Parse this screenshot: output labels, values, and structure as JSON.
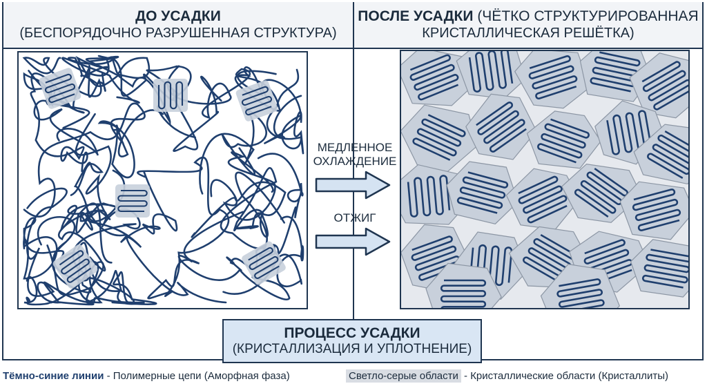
{
  "left_header": {
    "title": "ДО УСАДКИ",
    "subtitle": "(БЕСПОРЯДОЧНО РАЗРУШЕННАЯ СТРУКТУРА)"
  },
  "right_header": {
    "title": "ПОСЛЕ УСАДКИ",
    "title_paren": "(ЧЁТКО СТРУКТУРИРОВАННАЯ",
    "subtitle": "КРИСТАЛЛИЧЕСКАЯ РЕШЁТКА)"
  },
  "arrows": {
    "slow_cooling_line1": "МЕДЛЕННОЕ",
    "slow_cooling_line2": "ОХЛАЖДЕНИЕ",
    "annealing": "ОТЖИГ"
  },
  "process_box": {
    "title": "ПРОЦЕСС УСАДКИ",
    "subtitle": "(КРИСТАЛЛИЗАЦИЯ И УПЛОТНЕНИЕ)"
  },
  "legend": {
    "dark_key": "Тёмно-синие линии",
    "dark_desc": " - Полимерные цепи (Аморфная фаза)",
    "gray_key": "Светло-серые области",
    "gray_desc": " - Кристаллические области (Кристаллиты)"
  },
  "colors": {
    "chain": "#1f3f6e",
    "crystal_fill": "#c8d0db",
    "crystal_edge": "#8c96a4",
    "arrow_fill": "#d5e3f2",
    "box_fill": "#d9e6f4"
  }
}
